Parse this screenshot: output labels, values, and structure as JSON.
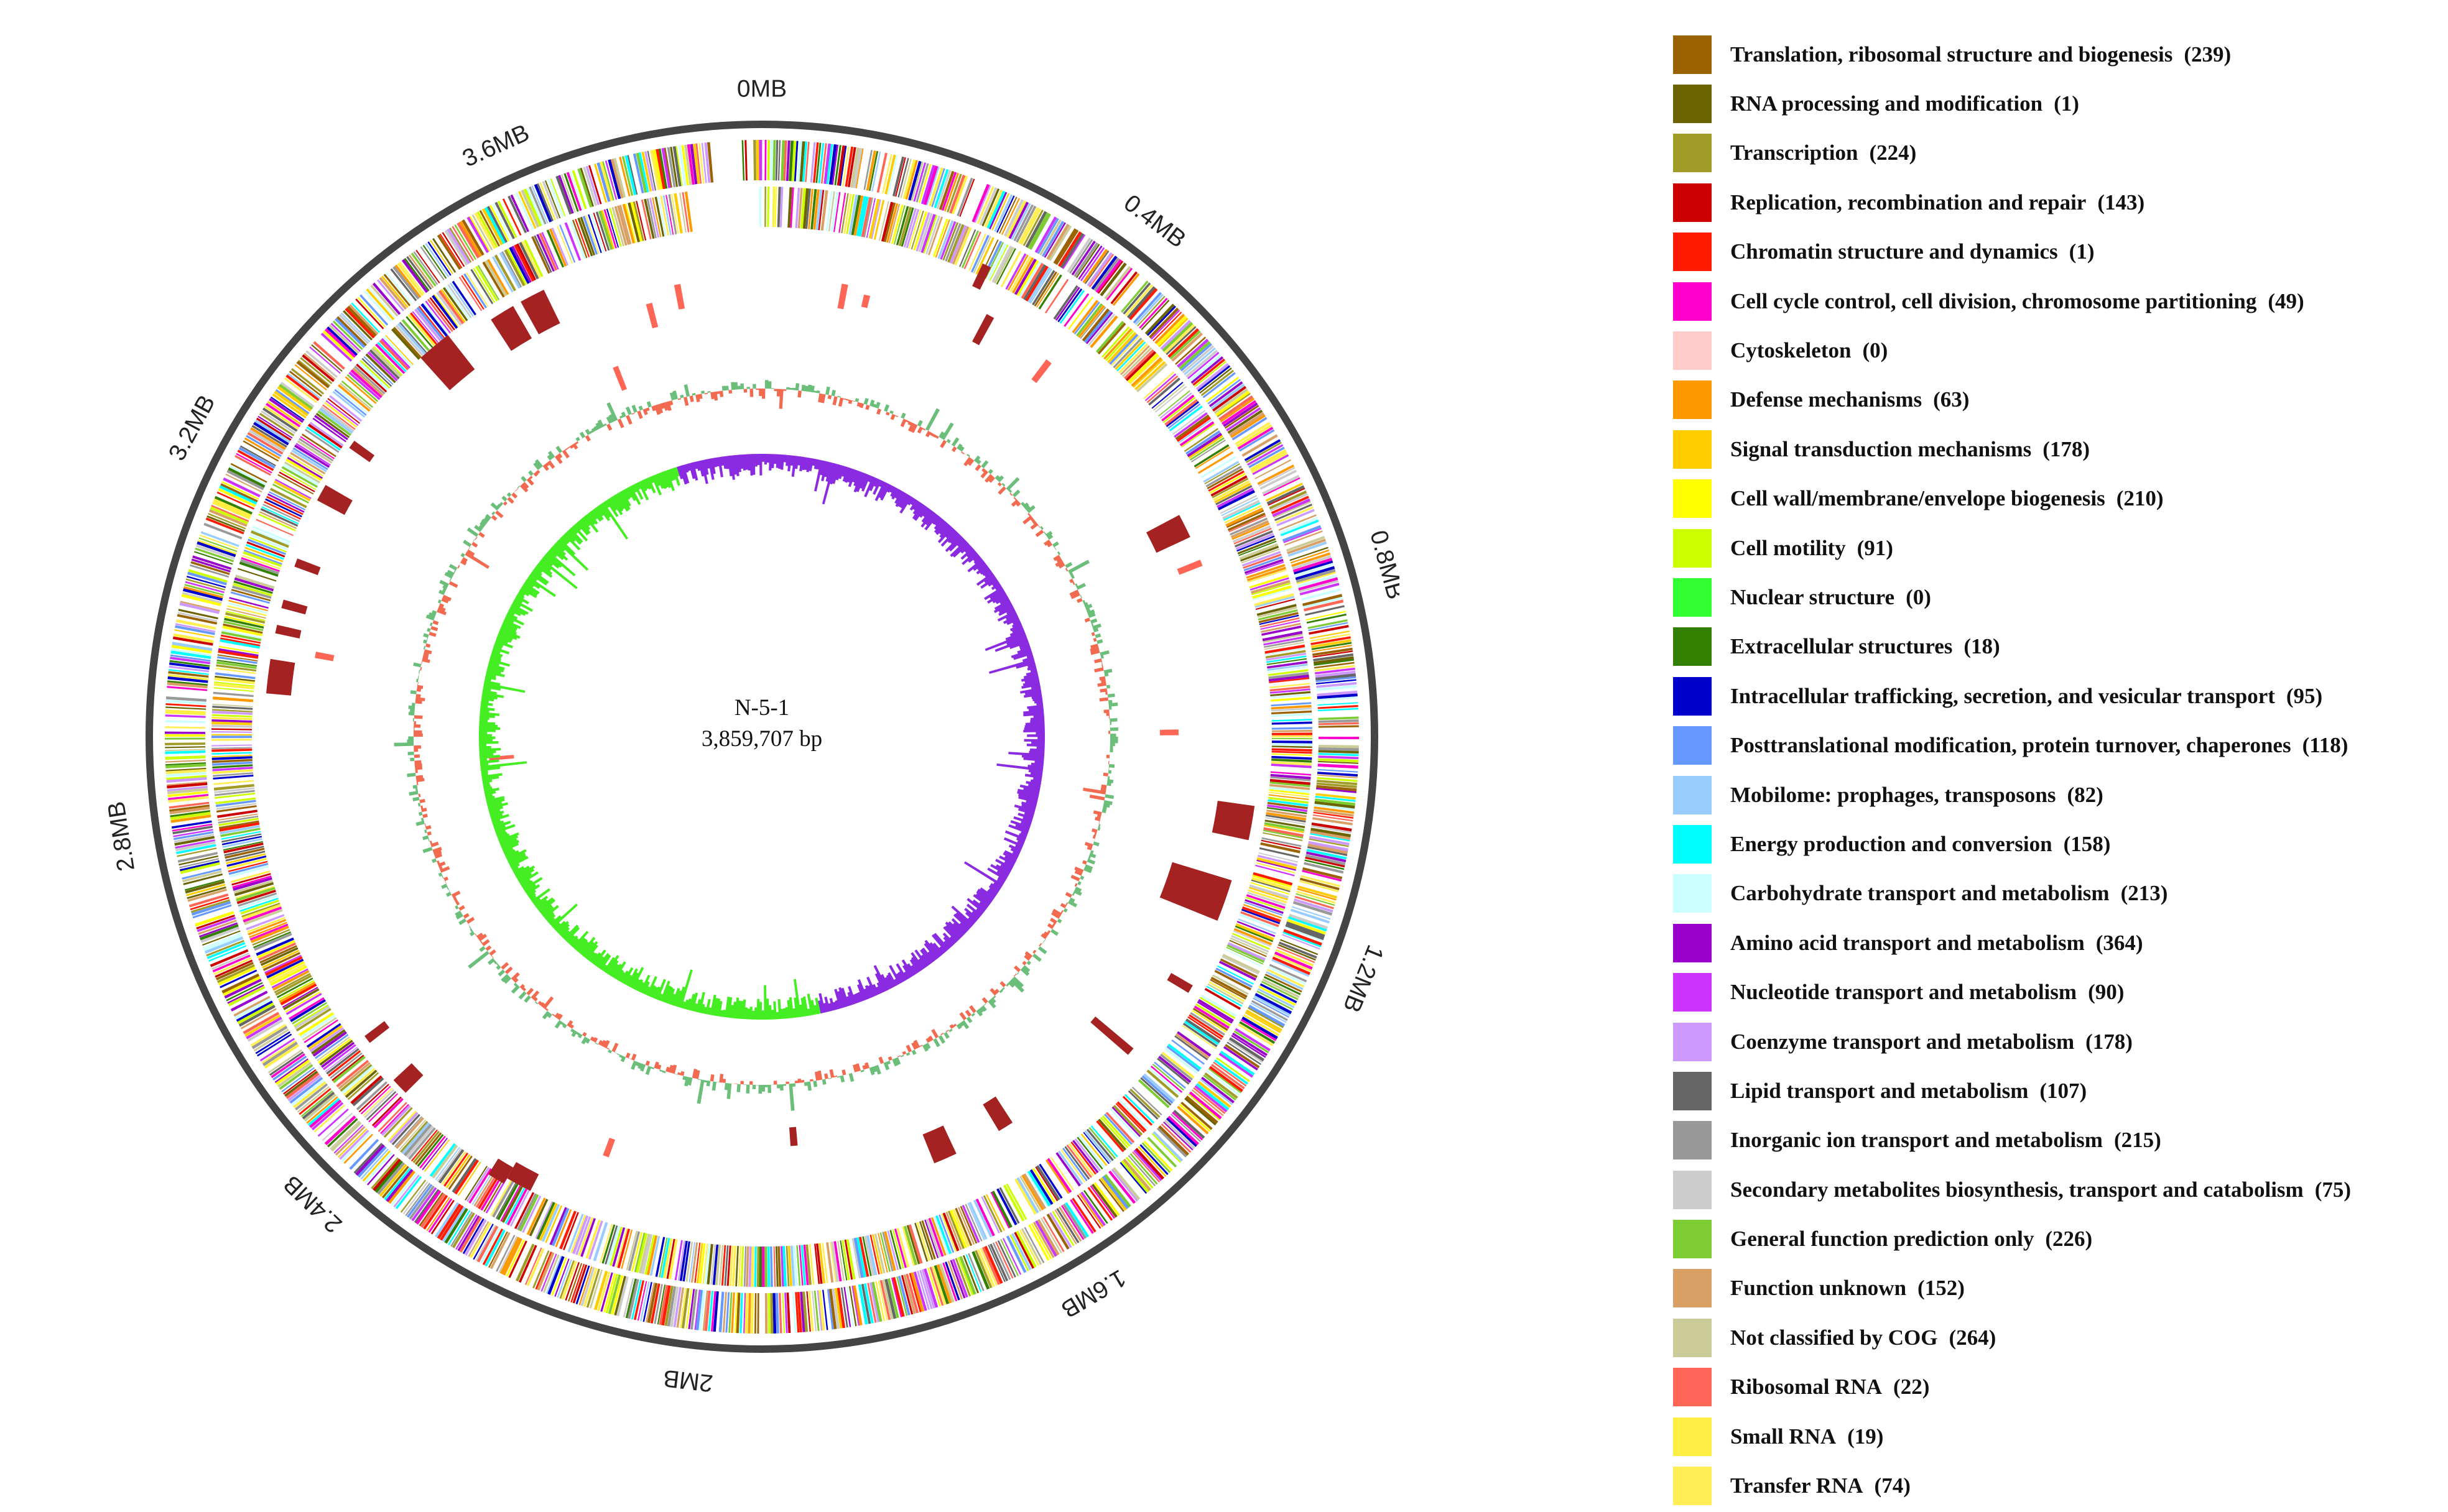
{
  "genome": {
    "name": "N-5-1",
    "length_label": "3,859,707 bp",
    "length_bp": 3859707
  },
  "ticks": [
    {
      "label": "0MB",
      "mb": 0
    },
    {
      "label": "0.4MB",
      "mb": 0.4
    },
    {
      "label": "0.8MB",
      "mb": 0.8
    },
    {
      "label": "1.2MB",
      "mb": 1.2
    },
    {
      "label": "1.6MB",
      "mb": 1.6
    },
    {
      "label": "2MB",
      "mb": 2.0
    },
    {
      "label": "2.4MB",
      "mb": 2.4
    },
    {
      "label": "2.8MB",
      "mb": 2.8
    },
    {
      "label": "3.2MB",
      "mb": 3.2
    },
    {
      "label": "3.6MB",
      "mb": 3.6
    }
  ],
  "legend": [
    {
      "label": "Translation, ribosomal structure and biogenesis",
      "count": "(239)",
      "color": "#9b6200"
    },
    {
      "label": "RNA processing and modification",
      "count": "(1)",
      "color": "#6b6400"
    },
    {
      "label": "Transcription",
      "count": "(224)",
      "color": "#a19b27"
    },
    {
      "label": "Replication, recombination and repair",
      "count": "(143)",
      "color": "#cc0000"
    },
    {
      "label": "Chromatin structure and dynamics",
      "count": "(1)",
      "color": "#ff1a00"
    },
    {
      "label": "Cell cycle control, cell division, chromosome partitioning",
      "count": "(49)",
      "color": "#ff00cc"
    },
    {
      "label": "Cytoskeleton",
      "count": "(0)",
      "color": "#ffcccc"
    },
    {
      "label": "Defense mechanisms",
      "count": "(63)",
      "color": "#ff9900"
    },
    {
      "label": "Signal transduction mechanisms",
      "count": "(178)",
      "color": "#ffcc00"
    },
    {
      "label": "Cell wall/membrane/envelope biogenesis",
      "count": "(210)",
      "color": "#ffff00"
    },
    {
      "label": "Cell motility",
      "count": "(91)",
      "color": "#ccff00"
    },
    {
      "label": "Nuclear structure",
      "count": "(0)",
      "color": "#33ff33"
    },
    {
      "label": "Extracellular structures",
      "count": "(18)",
      "color": "#338000"
    },
    {
      "label": "Intracellular trafficking, secretion, and vesicular transport",
      "count": "(95)",
      "color": "#0000cc"
    },
    {
      "label": "Posttranslational modification, protein turnover, chaperones",
      "count": "(118)",
      "color": "#6699ff"
    },
    {
      "label": "Mobilome: prophages, transposons",
      "count": "(82)",
      "color": "#99ccff"
    },
    {
      "label": "Energy production and conversion",
      "count": "(158)",
      "color": "#00ffff"
    },
    {
      "label": "Carbohydrate transport and metabolism",
      "count": "(213)",
      "color": "#ccffff"
    },
    {
      "label": "Amino acid transport and metabolism",
      "count": "(364)",
      "color": "#9900cc"
    },
    {
      "label": "Nucleotide transport and metabolism",
      "count": "(90)",
      "color": "#cc33ff"
    },
    {
      "label": "Coenzyme transport and metabolism",
      "count": "(178)",
      "color": "#cc99ff"
    },
    {
      "label": "Lipid transport and metabolism",
      "count": "(107)",
      "color": "#666666"
    },
    {
      "label": "Inorganic ion transport and metabolism",
      "count": "(215)",
      "color": "#999999"
    },
    {
      "label": "Secondary metabolites biosynthesis, transport and catabolism",
      "count": "(75)",
      "color": "#cccccc"
    },
    {
      "label": "General function prediction only",
      "count": "(226)",
      "color": "#7dcc33"
    },
    {
      "label": "Function unknown",
      "count": "(152)",
      "color": "#d9a066"
    },
    {
      "label": "Not classified by COG",
      "count": "(264)",
      "color": "#cccc99"
    },
    {
      "label": "Ribosomal RNA",
      "count": "(22)",
      "color": "#ff6655"
    },
    {
      "label": "Small RNA",
      "count": "(19)",
      "color": "#ffee44"
    },
    {
      "label": "Transfer RNA",
      "count": "(74)",
      "color": "#ffee55"
    }
  ],
  "colors": {
    "outer_ring": "#444444",
    "ncrna_block": "#a52222",
    "rrna_tick": "#ff6655",
    "gc_content_high": "#6bbf7a",
    "gc_content_low": "#f26b50",
    "gc_skew_positive": "#8a2be2",
    "gc_skew_negative": "#44ee22"
  }
}
